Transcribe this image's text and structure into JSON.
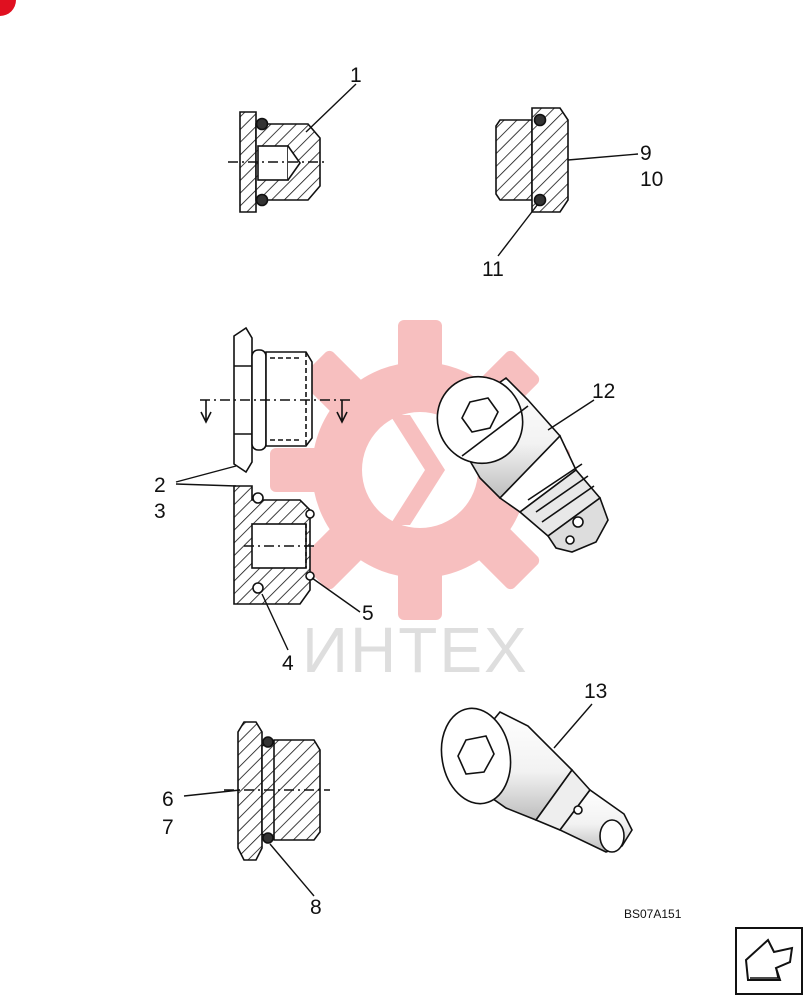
{
  "callouts": {
    "c1": "1",
    "c2": "2",
    "c3": "3",
    "c4": "4",
    "c5": "5",
    "c6": "6",
    "c7": "7",
    "c8": "8",
    "c9": "9",
    "c10": "10",
    "c11": "11",
    "c12": "12",
    "c13": "13"
  },
  "drawing_ref": "BS07A151",
  "watermark": {
    "text": "ИНТЕХ",
    "color": "#f0a0a0"
  },
  "nav": {
    "icon": "next-page-arrow-icon"
  },
  "colors": {
    "line": "#111111",
    "accent": "#e01020"
  }
}
